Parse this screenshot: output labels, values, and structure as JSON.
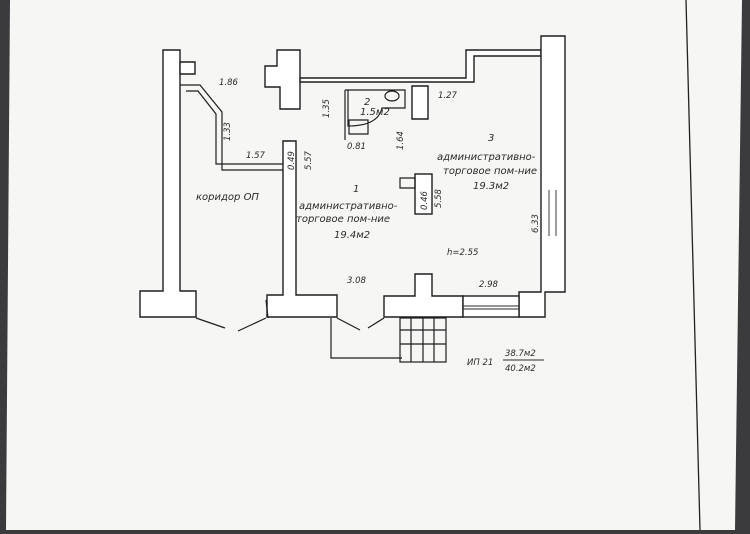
{
  "plan": {
    "dimensions": {
      "d186": "1.86",
      "d135": "1.35",
      "d127": "1.27",
      "d081": "0.81",
      "d164": "1.64",
      "d133": "1.33",
      "d157": "1.57",
      "d049": "0.49",
      "d557": "5.57",
      "d046": "0.46",
      "d558": "5.58",
      "d633": "6.33",
      "d308": "3.08",
      "d298": "2.98"
    },
    "room1": {
      "number": "1",
      "line1": "административно-",
      "line2": "торговое пом-ние",
      "area": "19.4м2"
    },
    "room2": {
      "number": "2",
      "area": "1.5м2"
    },
    "room3": {
      "number": "3",
      "line1": "административно-",
      "line2": "торговое пом-ние",
      "area": "19.3м2"
    },
    "corridor": "коридор ОП",
    "height": "h=2.55",
    "premise": {
      "code": "ИП 21",
      "area_top": "38.7м2",
      "area_bottom": "40.2м2"
    }
  },
  "colors": {
    "background": "#3b3b3d",
    "paper": "#f6f6f4",
    "ink": "#1e1e1e"
  }
}
